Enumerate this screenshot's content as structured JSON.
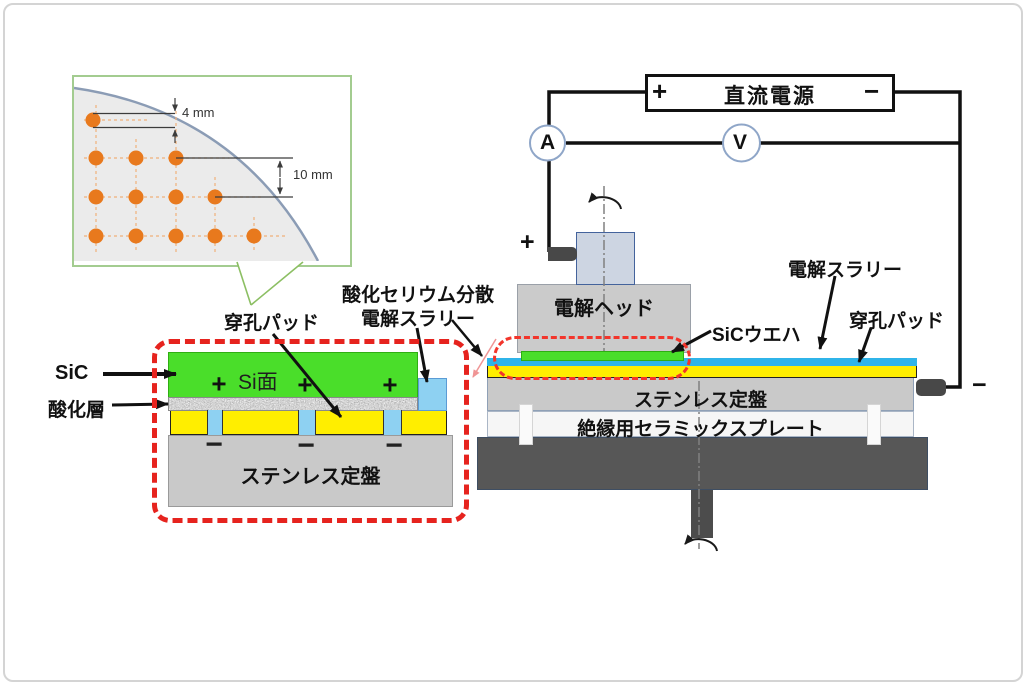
{
  "inset": {
    "dim_hole": "4 mm",
    "dim_pitch": "10 mm"
  },
  "left_diagram": {
    "label_sic": "SiC",
    "label_oxide": "酸化層",
    "label_pad": "穿孔パッド",
    "label_slurry_line1": "酸化セリウム分散",
    "label_slurry_line2": "電解スラリー",
    "si_face": "Si面",
    "platen": "ステンレス定盤",
    "plus_marks": [
      "+",
      "+",
      "+"
    ],
    "minus_marks": [
      "−",
      "−",
      "−"
    ]
  },
  "right_diagram": {
    "power_supply": "直流電源",
    "power_plus": "+",
    "power_minus": "−",
    "ammeter": "A",
    "voltmeter": "V",
    "head": "電解ヘッド",
    "electrode_plus": "+",
    "electrode_minus": "−",
    "label_wafer": "SiCウエハ",
    "label_slurry": "電解スラリー",
    "label_pad": "穿孔パッド",
    "platen": "ステンレス定盤",
    "ceramic": "絶縁用セラミックスプレート"
  },
  "colors": {
    "wafer_green": "#4ade2a",
    "pad_yellow": "#ffee00",
    "slurry_blue_light": "#8ed1f2",
    "slurry_blue": "#2fb4e9",
    "highlight_red": "#e6231e",
    "dot_orange": "#e8791d",
    "platen_gray": "#c9c9c9",
    "base_dark": "#575757",
    "inset_border_green": "#a3cc90"
  }
}
